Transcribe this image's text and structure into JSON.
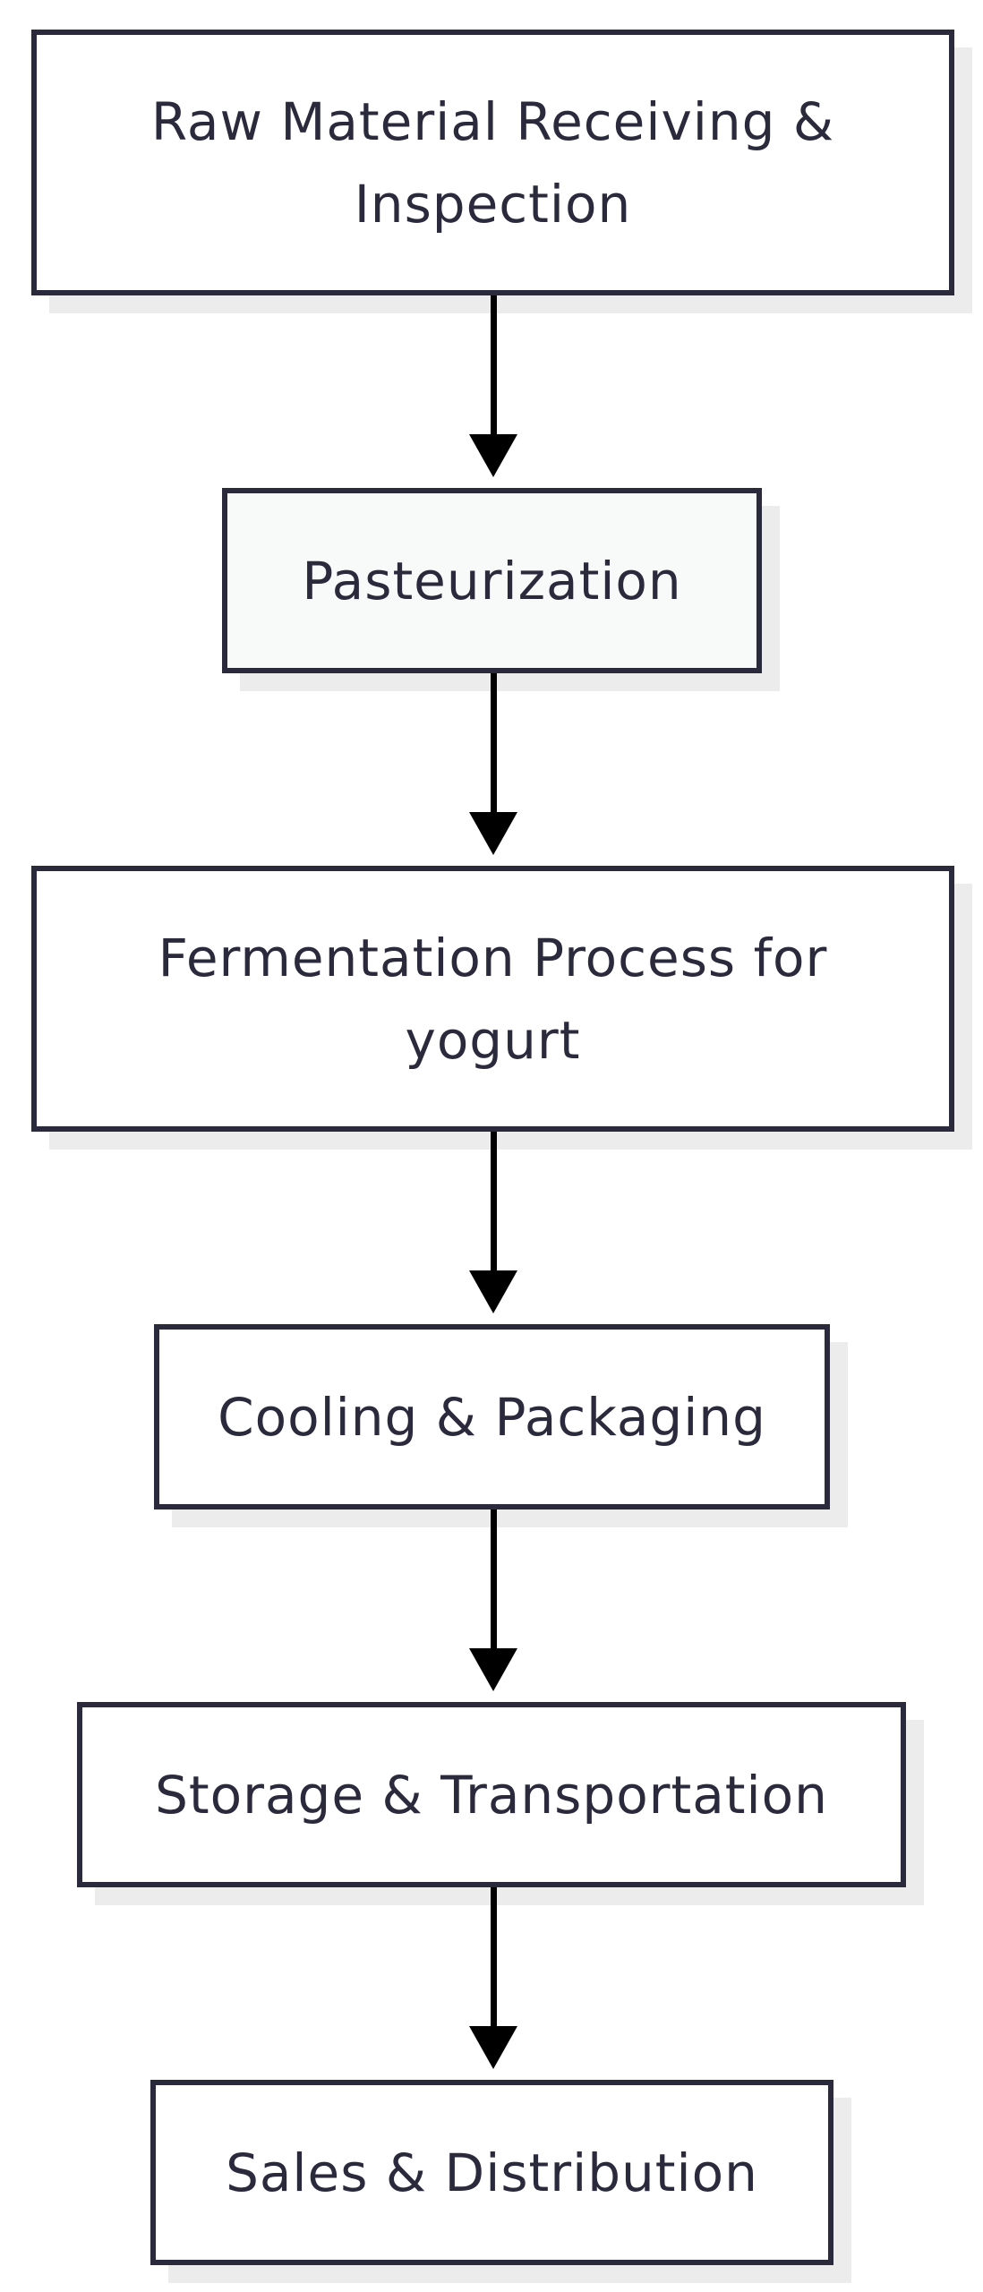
{
  "diagram": {
    "type": "flowchart",
    "direction": "top-to-bottom",
    "colors": {
      "node_border": "#2b2a3d",
      "node_fill_default": "#ffffff",
      "node_fill_highlight": "#f7faf9",
      "node_shadow": "#ececec",
      "text": "#2b2a3d",
      "arrow": "#000000",
      "background": "#ffffff"
    },
    "nodes": [
      {
        "id": "raw-material",
        "label": "Raw Material Receiving & Inspection"
      },
      {
        "id": "pasteurization",
        "label": "Pasteurization"
      },
      {
        "id": "fermentation",
        "label": "Fermentation Process for yogurt"
      },
      {
        "id": "cooling-packaging",
        "label": "Cooling & Packaging"
      },
      {
        "id": "storage-transport",
        "label": "Storage & Transportation"
      },
      {
        "id": "sales-distribution",
        "label": "Sales & Distribution"
      }
    ],
    "edges": [
      {
        "from": "raw-material",
        "to": "pasteurization"
      },
      {
        "from": "pasteurization",
        "to": "fermentation"
      },
      {
        "from": "fermentation",
        "to": "cooling-packaging"
      },
      {
        "from": "cooling-packaging",
        "to": "storage-transport"
      },
      {
        "from": "storage-transport",
        "to": "sales-distribution"
      }
    ]
  }
}
